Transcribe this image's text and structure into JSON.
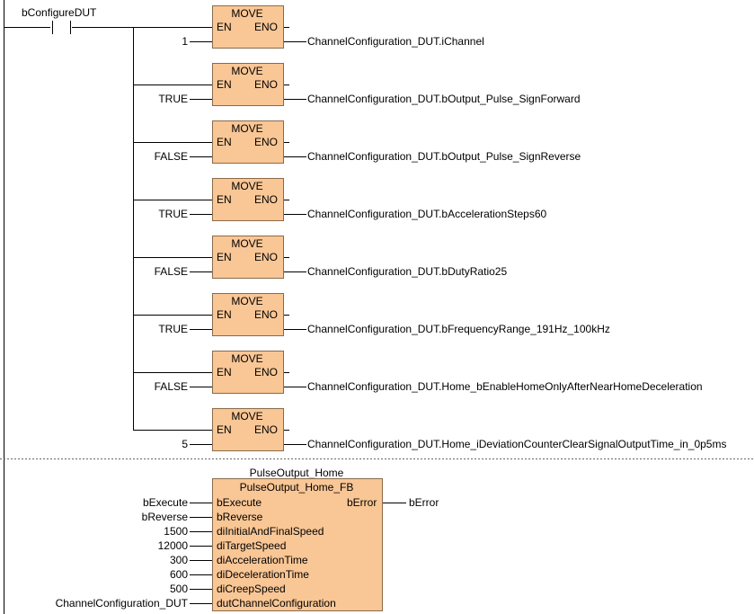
{
  "network1": {
    "contact_label": "bConfigureDUT",
    "move_blocks": [
      {
        "name": "MOVE",
        "en": "EN",
        "eno": "ENO",
        "input": "1",
        "output": "ChannelConfiguration_DUT.iChannel"
      },
      {
        "name": "MOVE",
        "en": "EN",
        "eno": "ENO",
        "input": "TRUE",
        "output": "ChannelConfiguration_DUT.bOutput_Pulse_SignForward"
      },
      {
        "name": "MOVE",
        "en": "EN",
        "eno": "ENO",
        "input": "FALSE",
        "output": "ChannelConfiguration_DUT.bOutput_Pulse_SignReverse"
      },
      {
        "name": "MOVE",
        "en": "EN",
        "eno": "ENO",
        "input": "TRUE",
        "output": "ChannelConfiguration_DUT.bAccelerationSteps60"
      },
      {
        "name": "MOVE",
        "en": "EN",
        "eno": "ENO",
        "input": "FALSE",
        "output": "ChannelConfiguration_DUT.bDutyRatio25"
      },
      {
        "name": "MOVE",
        "en": "EN",
        "eno": "ENO",
        "input": "TRUE",
        "output": "ChannelConfiguration_DUT.bFrequencyRange_191Hz_100kHz"
      },
      {
        "name": "MOVE",
        "en": "EN",
        "eno": "ENO",
        "input": "FALSE",
        "output": "ChannelConfiguration_DUT.Home_bEnableHomeOnlyAfterNearHomeDeceleration"
      },
      {
        "name": "MOVE",
        "en": "EN",
        "eno": "ENO",
        "input": "5",
        "output": "ChannelConfiguration_DUT.Home_iDeviationCounterClearSignalOutputTime_in_0p5ms"
      }
    ]
  },
  "network2": {
    "instance_name": "PulseOutput_Home",
    "fb_type": "PulseOutput_Home_FB",
    "output_pin": "bError",
    "output_var": "bError",
    "inputs": [
      {
        "var": "bExecute",
        "pin": "bExecute"
      },
      {
        "var": "bReverse",
        "pin": "bReverse"
      },
      {
        "var": "1500",
        "pin": "diInitialAndFinalSpeed"
      },
      {
        "var": "12000",
        "pin": "diTargetSpeed"
      },
      {
        "var": "300",
        "pin": "diAccelerationTime"
      },
      {
        "var": "600",
        "pin": "diDecelerationTime"
      },
      {
        "var": "500",
        "pin": "diCreepSpeed"
      },
      {
        "var": "ChannelConfiguration_DUT",
        "pin": "dutChannelConfiguration"
      }
    ]
  }
}
